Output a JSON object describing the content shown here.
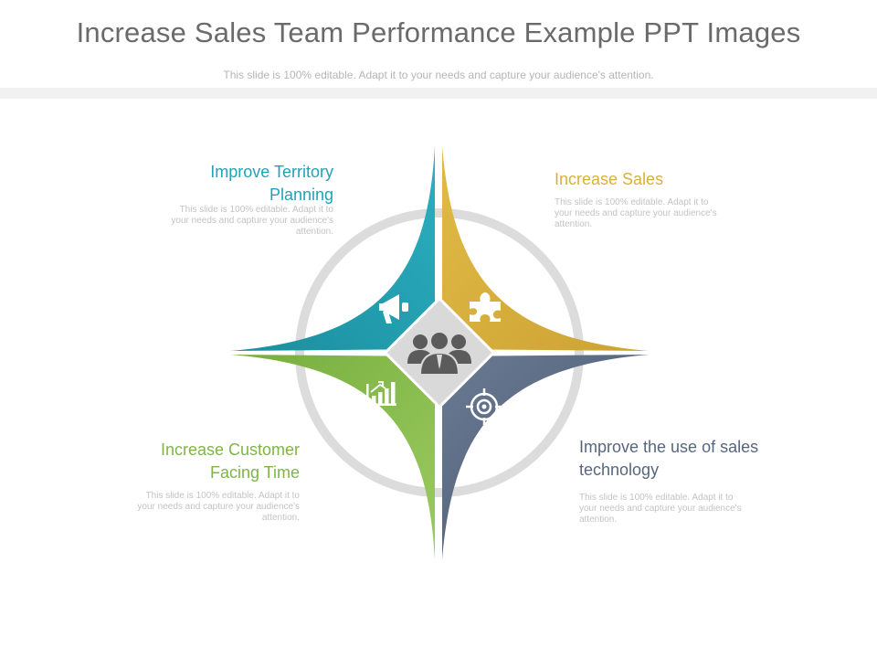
{
  "slide": {
    "title": "Increase Sales Team Performance Example PPT Images",
    "subtitle": "This slide is 100% editable. Adapt it to your needs and capture your audience's attention."
  },
  "colors": {
    "teal": "#22a2b4",
    "gold": "#d8b13b",
    "green": "#88bd4d",
    "slate": "#56667f",
    "ring": "#dcdcdc",
    "center": "#d9d9d9"
  },
  "quadrants": {
    "top_left": {
      "label": "Improve Territory Planning",
      "description": "This slide is 100% editable. Adapt it to your needs and capture your audience's attention.",
      "icon": "megaphone-icon"
    },
    "top_right": {
      "label": "Increase Sales",
      "description": "This slide is 100% editable. Adapt it to your needs and capture your audience's attention.",
      "icon": "puzzle-icon"
    },
    "bottom_left": {
      "label": "Increase Customer Facing Time",
      "description": "This slide is 100% editable. Adapt it to your needs and capture your audience's attention.",
      "icon": "bar-chart-icon"
    },
    "bottom_right": {
      "label": "Improve the use of sales technology",
      "description": "This slide is 100% editable. Adapt it to your needs and capture your audience's attention.",
      "icon": "target-icon"
    }
  },
  "center_icon": "team-icon"
}
